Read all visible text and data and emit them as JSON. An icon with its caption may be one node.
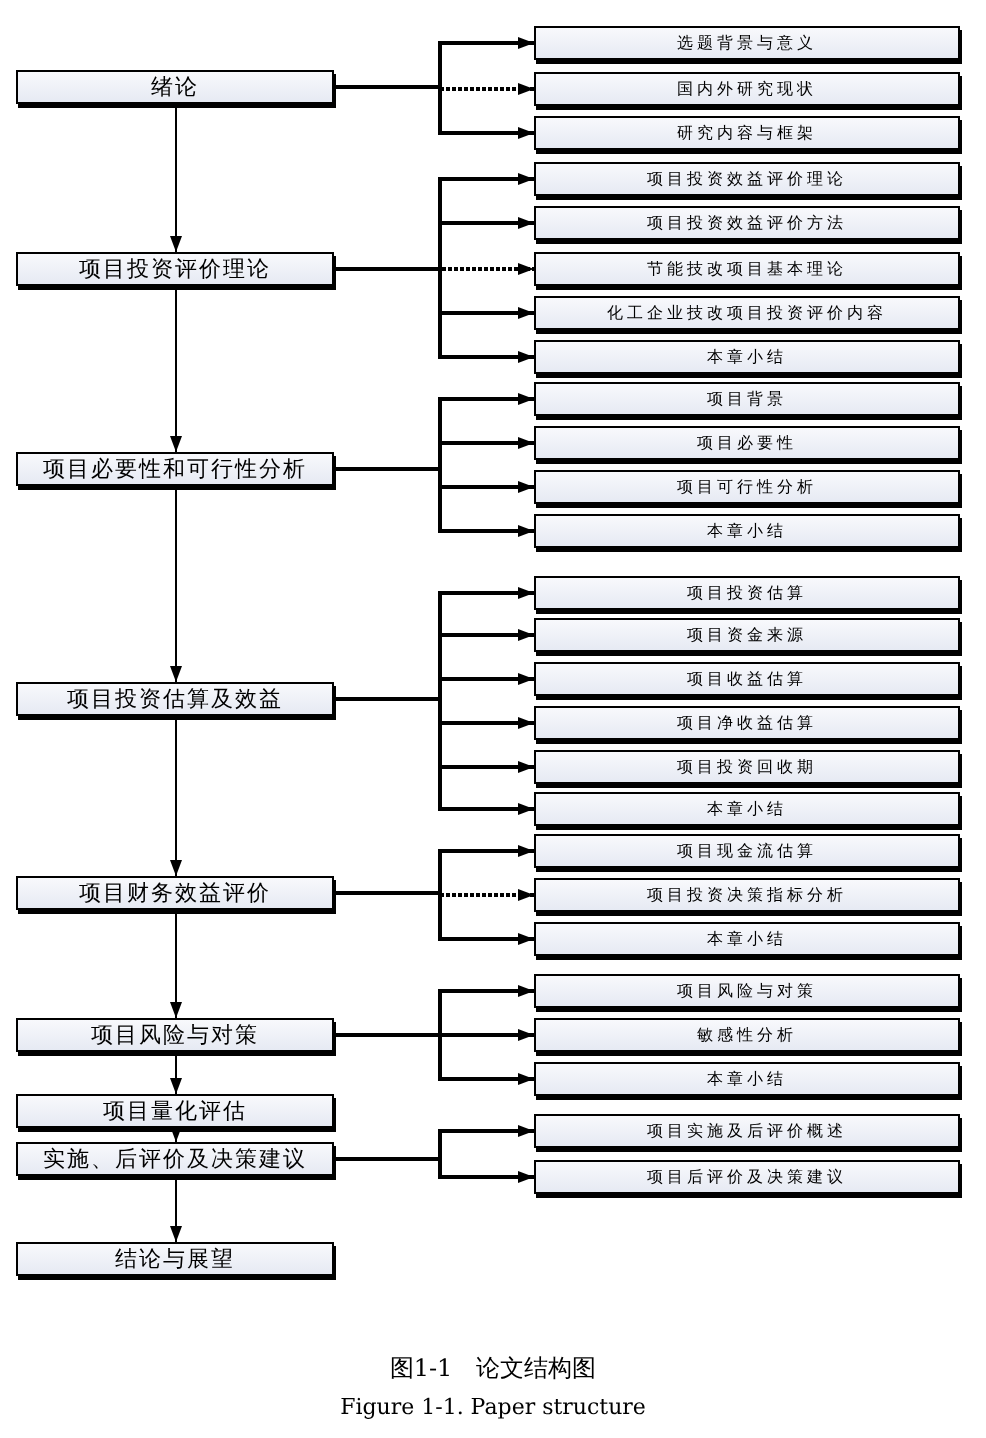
{
  "diagram": {
    "caption": "图1-1　论文结构图",
    "nodes": [
      {
        "text": [
          "绪论"
        ]
      },
      {
        "text": [
          "选题背景与意义"
        ]
      },
      {
        "text": [
          "国内外研究现状"
        ]
      },
      {
        "text": [
          "研究内容与框架"
        ]
      },
      {
        "text": [
          "项目投资评价理论"
        ]
      },
      {
        "text": [
          "项目投资效益评价理论"
        ]
      },
      {
        "text": [
          "项目投资效益评价方法"
        ]
      },
      {
        "text": [
          "节能技改项目基本理论"
        ]
      },
      {
        "text": [
          "化工企业技改项目投资评价内容"
        ]
      },
      {
        "text": [
          "本章小结"
        ]
      },
      {
        "text": [
          "项目必要性和可行性分析"
        ]
      },
      {
        "text": [
          "项目背景"
        ]
      },
      {
        "text": [
          "项目必要性"
        ]
      },
      {
        "text": [
          "项目可行性分析"
        ]
      },
      {
        "text": [
          "本章小结"
        ]
      },
      {
        "text": [
          "项目投资估算及效益"
        ]
      },
      {
        "text": [
          "项目投资估算"
        ]
      },
      {
        "text": [
          "项目资金来源"
        ]
      },
      {
        "text": [
          "项目收益估算"
        ]
      },
      {
        "text": [
          "项目净收益估算"
        ]
      },
      {
        "text": [
          "项目投资回收期"
        ]
      },
      {
        "text": [
          "本章小结"
        ]
      },
      {
        "text": [
          "项目财务效益评价"
        ]
      },
      {
        "text": [
          "项目现金流估算"
        ]
      },
      {
        "text": [
          "项目投资决策指标分析"
        ]
      },
      {
        "text": [
          "本章小结"
        ]
      },
      {
        "text": [
          "项目风险与对策"
        ]
      },
      {
        "text": [
          "项目风险与对策"
        ]
      },
      {
        "text": [
          "敏感性分析"
        ]
      },
      {
        "text": [
          "本章小结"
        ]
      },
      {
        "text": [
          "项目量化评估"
        ]
      },
      {
        "text": [
          "实施、后评价及决策建议"
        ]
      },
      {
        "text": [
          "项目实施及后评价概述"
        ]
      },
      {
        "text": [
          "项目后评价及决策建议"
        ]
      },
      {
        "text": [
          "结论与展望"
        ]
      }
    ],
    "edges": [
      {
        "from": 0,
        "to": 1,
        "arrow": "to"
      },
      {
        "from": 0,
        "to": 2,
        "arrow": "to",
        "style": "dashed"
      },
      {
        "from": 0,
        "to": 3,
        "arrow": "to"
      },
      {
        "from": 4,
        "to": 5,
        "arrow": "to"
      },
      {
        "from": 4,
        "to": 6,
        "arrow": "to"
      },
      {
        "from": 4,
        "to": 7,
        "arrow": "to",
        "style": "dashed"
      },
      {
        "from": 4,
        "to": 8,
        "arrow": "to"
      },
      {
        "from": 4,
        "to": 9,
        "arrow": "to"
      },
      {
        "from": 10,
        "to": 11,
        "arrow": "to"
      },
      {
        "from": 10,
        "to": 12,
        "arrow": "to"
      },
      {
        "from": 10,
        "to": 13,
        "arrow": "to"
      },
      {
        "from": 10,
        "to": 14,
        "arrow": "to"
      },
      {
        "from": 15,
        "to": 16,
        "arrow": "to"
      },
      {
        "from": 15,
        "to": 17,
        "arrow": "to"
      },
      {
        "from": 15,
        "to": 18,
        "arrow": "to"
      },
      {
        "from": 15,
        "to": 19,
        "arrow": "to"
      },
      {
        "from": 15,
        "to": 20,
        "arrow": "to"
      },
      {
        "from": 15,
        "to": 21,
        "arrow": "to"
      },
      {
        "from": 22,
        "to": 23,
        "arrow": "to"
      },
      {
        "from": 22,
        "to": 24,
        "arrow": "to",
        "style": "dashed"
      },
      {
        "from": 22,
        "to": 25,
        "arrow": "to"
      },
      {
        "from": 26,
        "to": 27,
        "arrow": "to"
      },
      {
        "from": 26,
        "to": 28,
        "arrow": "to"
      },
      {
        "from": 26,
        "to": 29,
        "arrow": "to"
      },
      {
        "from": 31,
        "to": 32,
        "arrow": "to"
      },
      {
        "from": 31,
        "to": 33,
        "arrow": "to"
      },
      {
        "from": 0,
        "to": 4,
        "arrow": "to"
      },
      {
        "from": 4,
        "to": 10,
        "arrow": "to"
      },
      {
        "from": 10,
        "to": 15,
        "arrow": "to"
      },
      {
        "from": 15,
        "to": 22,
        "arrow": "to"
      },
      {
        "from": 22,
        "to": 26,
        "arrow": "to"
      },
      {
        "from": 26,
        "to": 30,
        "arrow": "to"
      },
      {
        "from": 30,
        "to": 31,
        "arrow": "to"
      },
      {
        "from": 31,
        "to": 34,
        "arrow": "to"
      }
    ],
    "labels": [
      "Figure 1-1. Paper structure"
    ]
  }
}
